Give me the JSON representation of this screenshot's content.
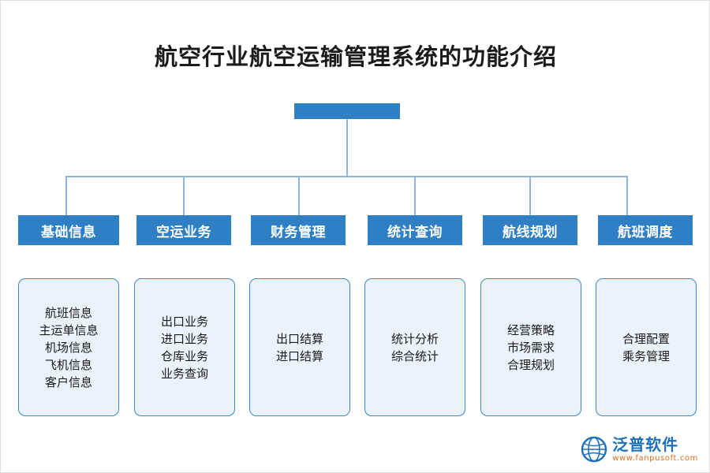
{
  "page": {
    "title": "航空行业航空运输管理系统的功能介绍",
    "accent_color": "#2e7fc4",
    "panel_fill": "#eaf3fb",
    "connector_color": "#8fb4de"
  },
  "diagram": {
    "type": "org-chart",
    "root": {
      "label": ""
    },
    "branches": [
      {
        "header": "基础信息",
        "items": [
          "航班信息",
          "主运单信息",
          "机场信息",
          "飞机信息",
          "客户信息"
        ]
      },
      {
        "header": "空运业务",
        "items": [
          "出口业务",
          "进口业务",
          "仓库业务",
          "业务查询"
        ]
      },
      {
        "header": "财务管理",
        "items": [
          "出口结算",
          "进口结算"
        ]
      },
      {
        "header": "统计查询",
        "items": [
          "统计分析",
          "综合统计"
        ]
      },
      {
        "header": "航线规划",
        "items": [
          "经营策略",
          "市场需求",
          "合理规划"
        ]
      },
      {
        "header": "航班调度",
        "items": [
          "合理配置",
          "乘务管理"
        ]
      }
    ]
  },
  "logo": {
    "name": "泛普软件",
    "domain": "www.fanpusoft.com",
    "brand_color": "#1f6fb8",
    "domain_color": "#e06c1e"
  }
}
